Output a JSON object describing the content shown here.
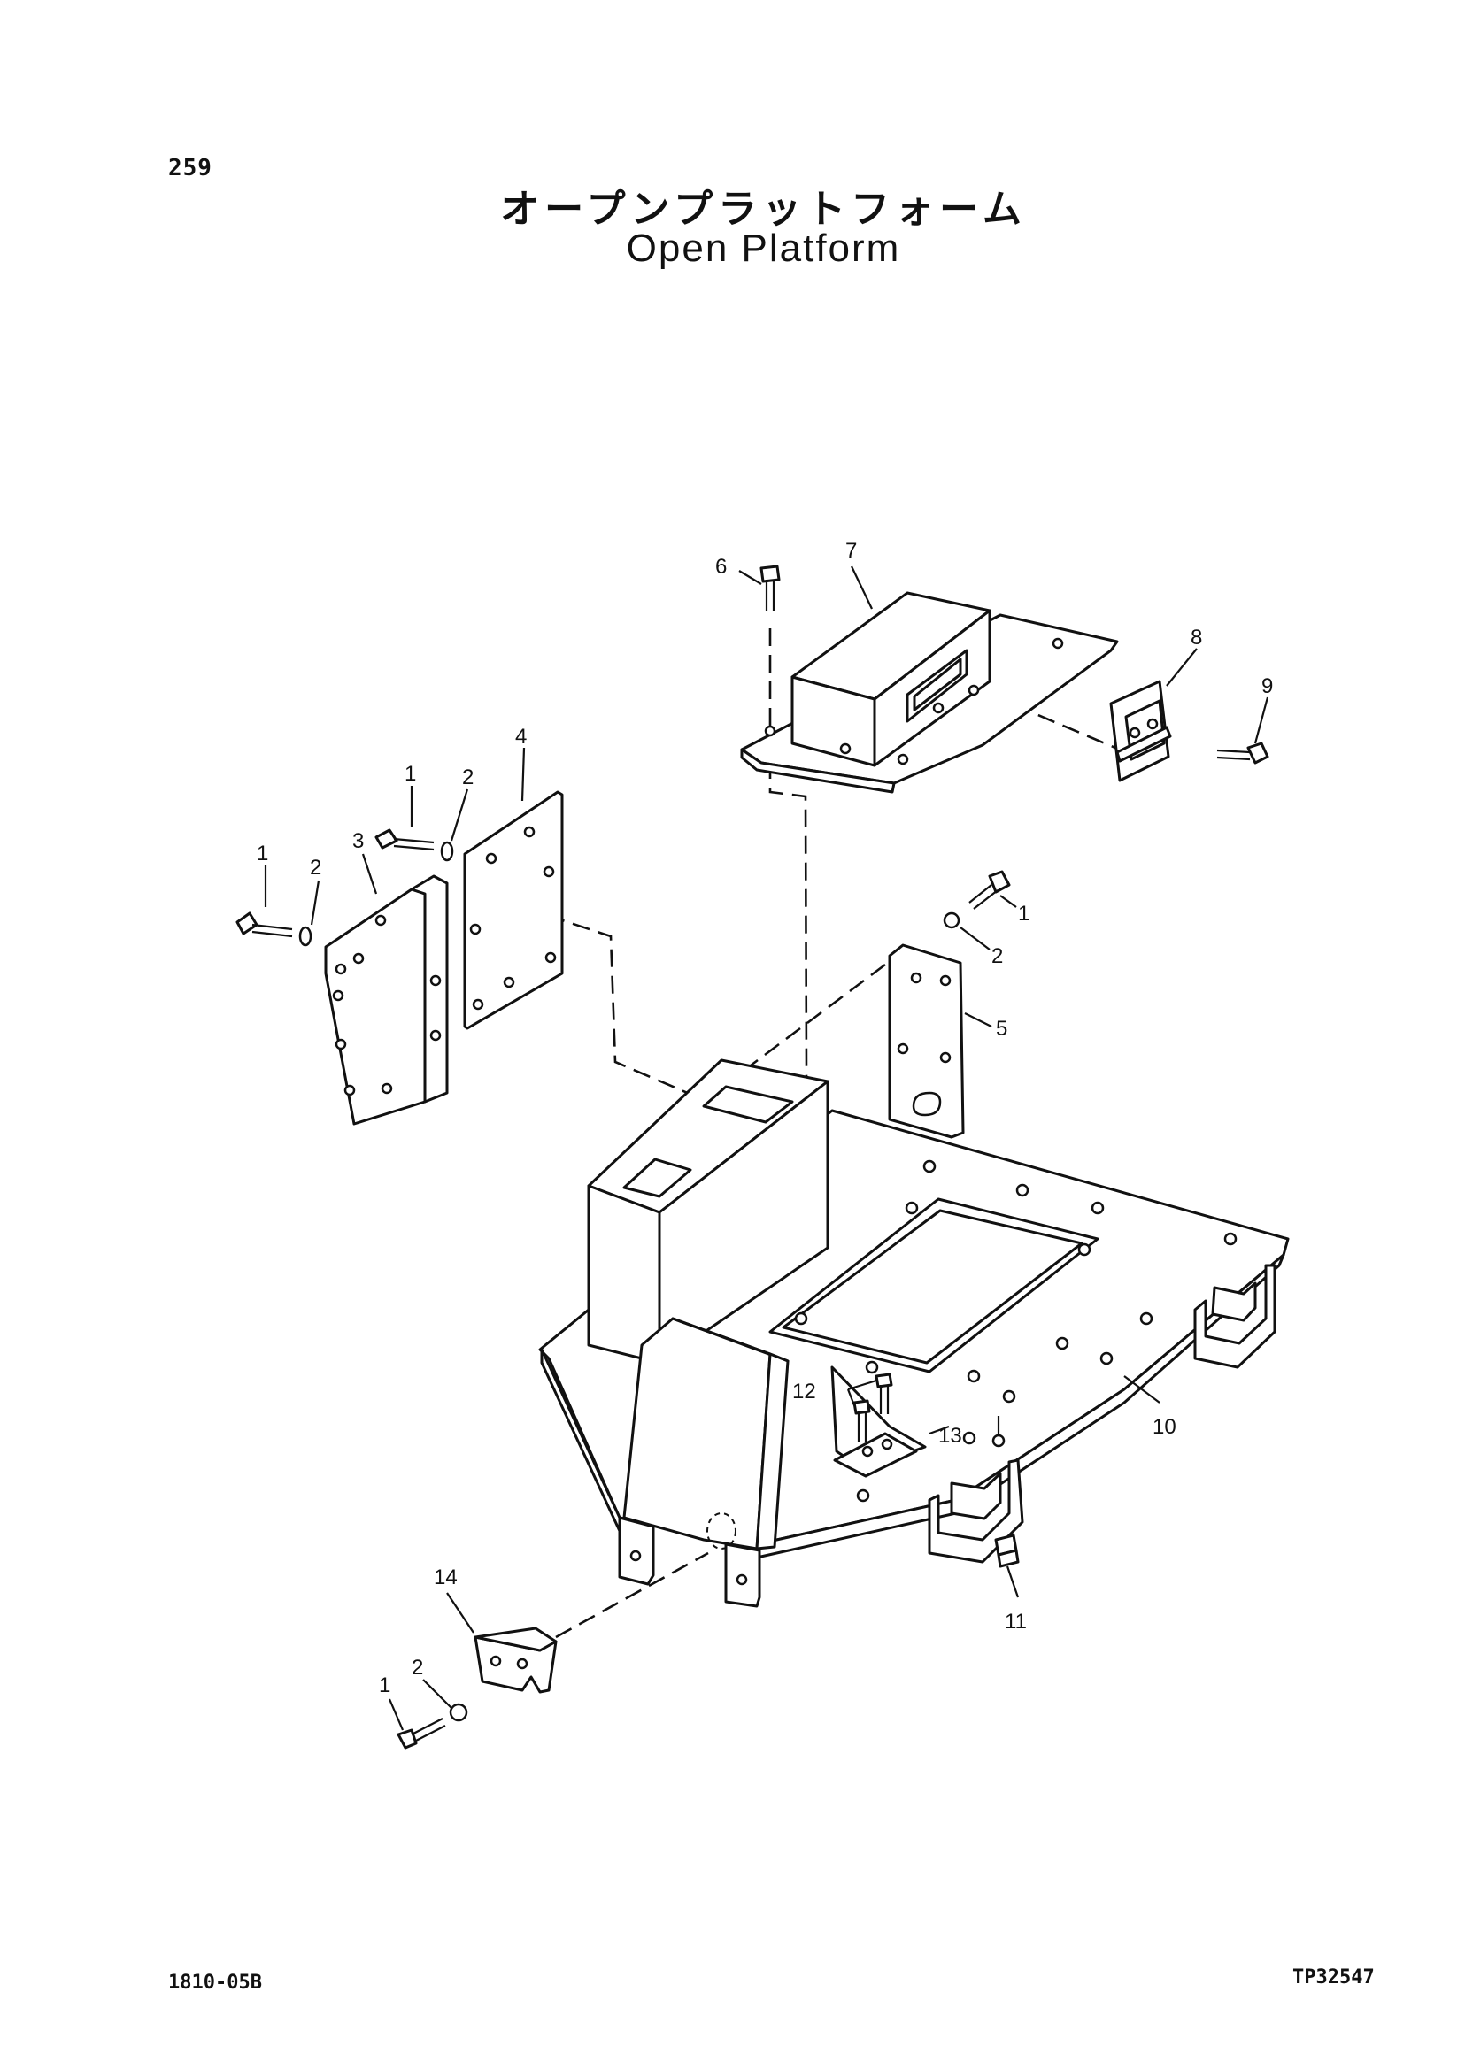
{
  "page": {
    "number": "259",
    "title_jp": "オープンプラットフォーム",
    "title_en": "Open Platform",
    "footer_left": "1810-05B",
    "footer_right": "TP32547"
  },
  "callouts": [
    {
      "id": "c1a",
      "text": "1"
    },
    {
      "id": "c1b",
      "text": "1"
    },
    {
      "id": "c1c",
      "text": "1"
    },
    {
      "id": "c1d",
      "text": "1"
    },
    {
      "id": "c2a",
      "text": "2"
    },
    {
      "id": "c2b",
      "text": "2"
    },
    {
      "id": "c2c",
      "text": "2"
    },
    {
      "id": "c2d",
      "text": "2"
    },
    {
      "id": "c3",
      "text": "3"
    },
    {
      "id": "c4",
      "text": "4"
    },
    {
      "id": "c5",
      "text": "5"
    },
    {
      "id": "c6",
      "text": "6"
    },
    {
      "id": "c7",
      "text": "7"
    },
    {
      "id": "c8",
      "text": "8"
    },
    {
      "id": "c9",
      "text": "9"
    },
    {
      "id": "c10",
      "text": "10"
    },
    {
      "id": "c11",
      "text": "11"
    },
    {
      "id": "c12",
      "text": "12"
    },
    {
      "id": "c13",
      "text": "13"
    },
    {
      "id": "c14",
      "text": "14"
    }
  ]
}
